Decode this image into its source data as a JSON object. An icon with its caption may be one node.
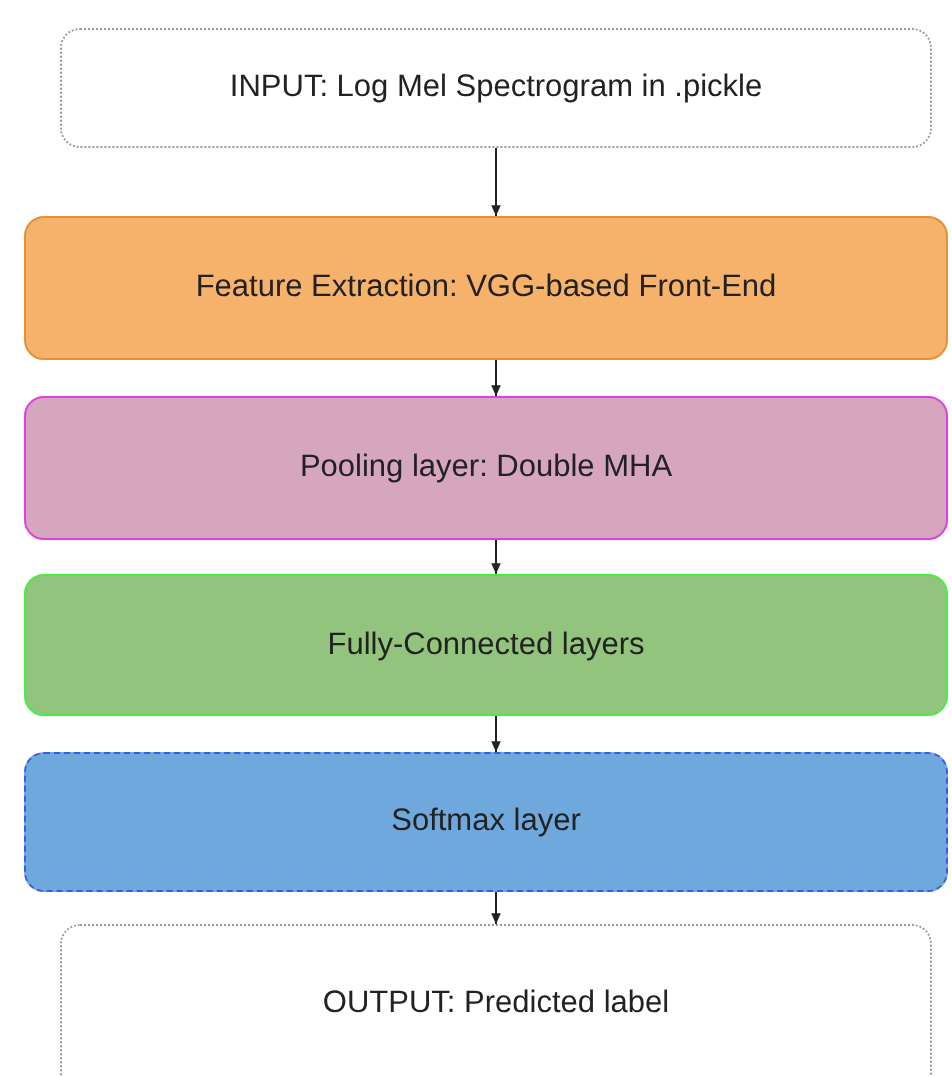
{
  "diagram": {
    "nodes": [
      {
        "text": [
          "INPUT: Log Mel Spectrogram in .pickle"
        ]
      },
      {
        "text": [
          "Feature Extraction: VGG-based Front-End"
        ]
      },
      {
        "text": [
          "Pooling layer: Double MHA"
        ]
      },
      {
        "text": [
          "Fully-Connected layers"
        ]
      },
      {
        "text": [
          "Softmax layer"
        ]
      },
      {
        "text": [
          "OUTPUT: Predicted label"
        ]
      }
    ],
    "edges": [
      {
        "from": 0,
        "to": 1,
        "arrow": "to"
      },
      {
        "from": 1,
        "to": 2,
        "arrow": "to"
      },
      {
        "from": 2,
        "to": 3,
        "arrow": "to"
      },
      {
        "from": 3,
        "to": 4,
        "arrow": "to"
      },
      {
        "from": 4,
        "to": 5,
        "arrow": "to"
      }
    ]
  }
}
